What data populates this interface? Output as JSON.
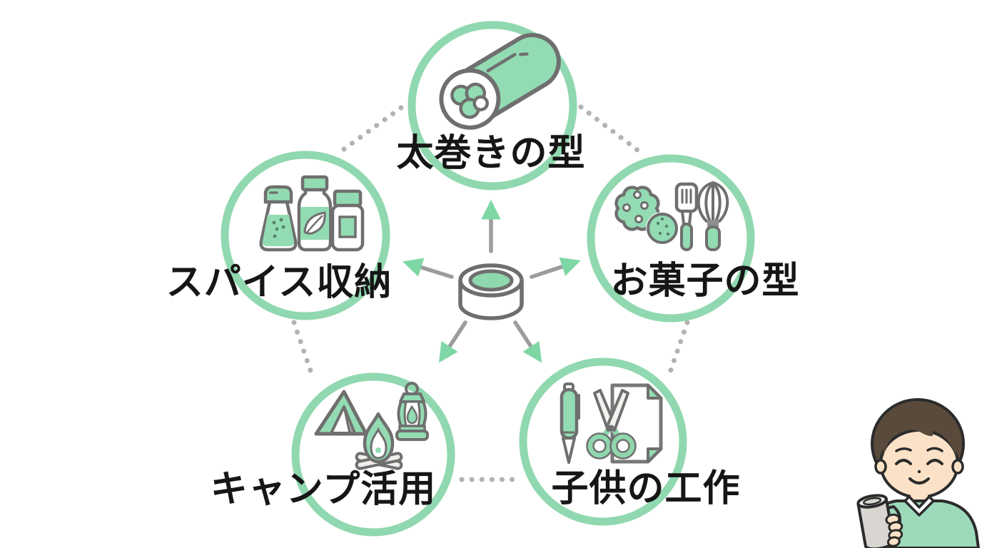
{
  "diagram": {
    "center": {
      "icon": "tape-roll-can",
      "description_icon": "round-can"
    },
    "nodes": [
      {
        "position": "top",
        "label": "太巻きの型",
        "icon": "sushi-roll-icon"
      },
      {
        "position": "left",
        "label": "スパイス収納",
        "icon": "spice-bottles-icon"
      },
      {
        "position": "right",
        "label": "お菓子の型",
        "icon": "baking-tools-icon"
      },
      {
        "position": "bottom-left",
        "label": "キャンプ活用",
        "icon": "camping-icon"
      },
      {
        "position": "bottom-right",
        "label": "子供の工作",
        "icon": "crafts-icon"
      }
    ],
    "arrow_count": 5
  },
  "illustration": {
    "person": "man-holding-can"
  },
  "colors": {
    "ring_green": "#90d8af",
    "icon_fill_green": "#93dcb3",
    "arrowhead_green": "#7ed7a5",
    "outline_gray": "#6f6f6f",
    "arrow_shaft_gray": "#9c9c9c",
    "dot_gray": "#b3b3b3",
    "text_black": "#161616",
    "background": "#ffffff"
  }
}
